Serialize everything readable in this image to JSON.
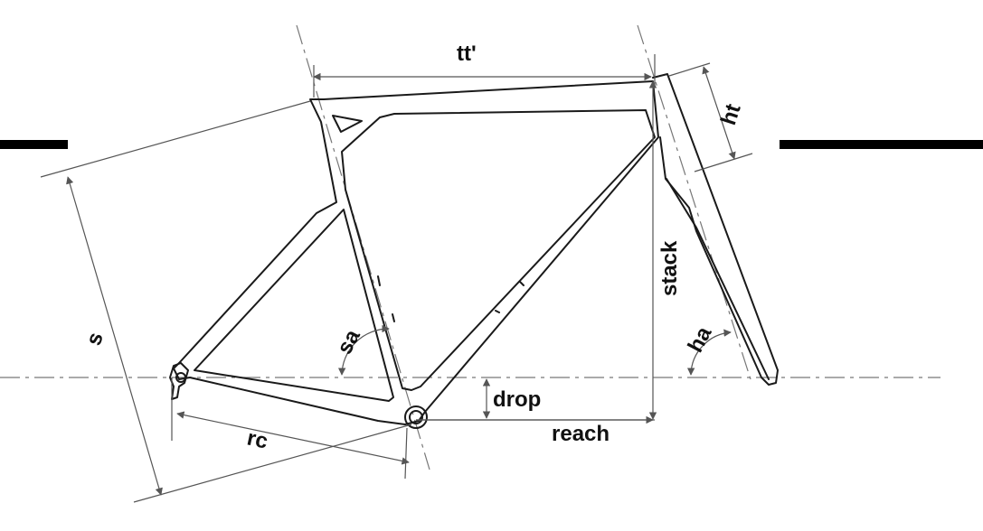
{
  "labels": {
    "top_tube": "tt'",
    "head_tube": "ht",
    "stack": "stack",
    "seat_tube": "s",
    "seat_angle": "sa",
    "head_angle": "ha",
    "bb_drop": "drop",
    "reach": "reach",
    "chainstay": "rc"
  },
  "colors": {
    "frame_stroke": "#1a1a1a",
    "dimension_line": "#555555",
    "center_line": "#777777",
    "background": "#ffffff"
  }
}
